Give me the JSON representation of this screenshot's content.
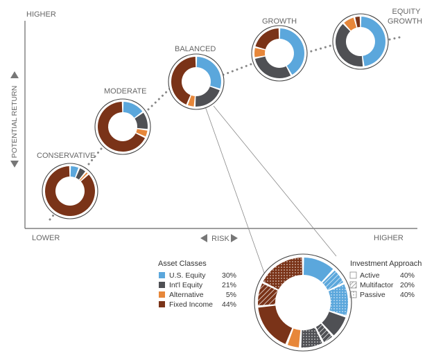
{
  "chart_data": {
    "type": "donut-risk-return",
    "axes": {
      "y_high": "HIGHER",
      "y_title": "POTENTIAL RETURN",
      "x_low": "LOWER",
      "x_title": "RISK",
      "x_high": "HIGHER"
    },
    "asset_class_colors": {
      "us_equity": "#5ba7dc",
      "intl_equity": "#4f5054",
      "alternative": "#e7873a",
      "fixed_income": "#7a3318"
    },
    "portfolios": [
      {
        "name": "CONSERVATIVE",
        "us_equity": 6,
        "intl_equity": 5,
        "alternative": 2,
        "fixed_income": 87
      },
      {
        "name": "MODERATE",
        "us_equity": 15,
        "intl_equity": 12,
        "alternative": 5,
        "fixed_income": 68
      },
      {
        "name": "BALANCED",
        "us_equity": 30,
        "intl_equity": 21,
        "alternative": 5,
        "fixed_income": 44
      },
      {
        "name": "GROWTH",
        "us_equity": 42,
        "intl_equity": 30,
        "alternative": 7,
        "fixed_income": 21
      },
      {
        "name": "EQUITY GROWTH",
        "us_equity": 48,
        "intl_equity": 40,
        "alternative": 8,
        "fixed_income": 4
      }
    ],
    "detail": {
      "portfolio": "BALANCED",
      "asset_classes_title": "Asset Classes",
      "asset_classes": [
        {
          "label": "U.S. Equity",
          "value": "30%",
          "color": "#5ba7dc"
        },
        {
          "label": "Int'l Equity",
          "value": "21%",
          "color": "#4f5054"
        },
        {
          "label": "Alternative",
          "value": "5%",
          "color": "#e7873a"
        },
        {
          "label": "Fixed Income",
          "value": "44%",
          "color": "#7a3318"
        }
      ],
      "approach_title": "Investment Approach",
      "approaches": [
        {
          "label": "Active",
          "value": "40%",
          "pattern": "solid"
        },
        {
          "label": "Multifactor",
          "value": "20%",
          "pattern": "hatch"
        },
        {
          "label": "Passive",
          "value": "40%",
          "pattern": "dots"
        }
      ]
    }
  }
}
